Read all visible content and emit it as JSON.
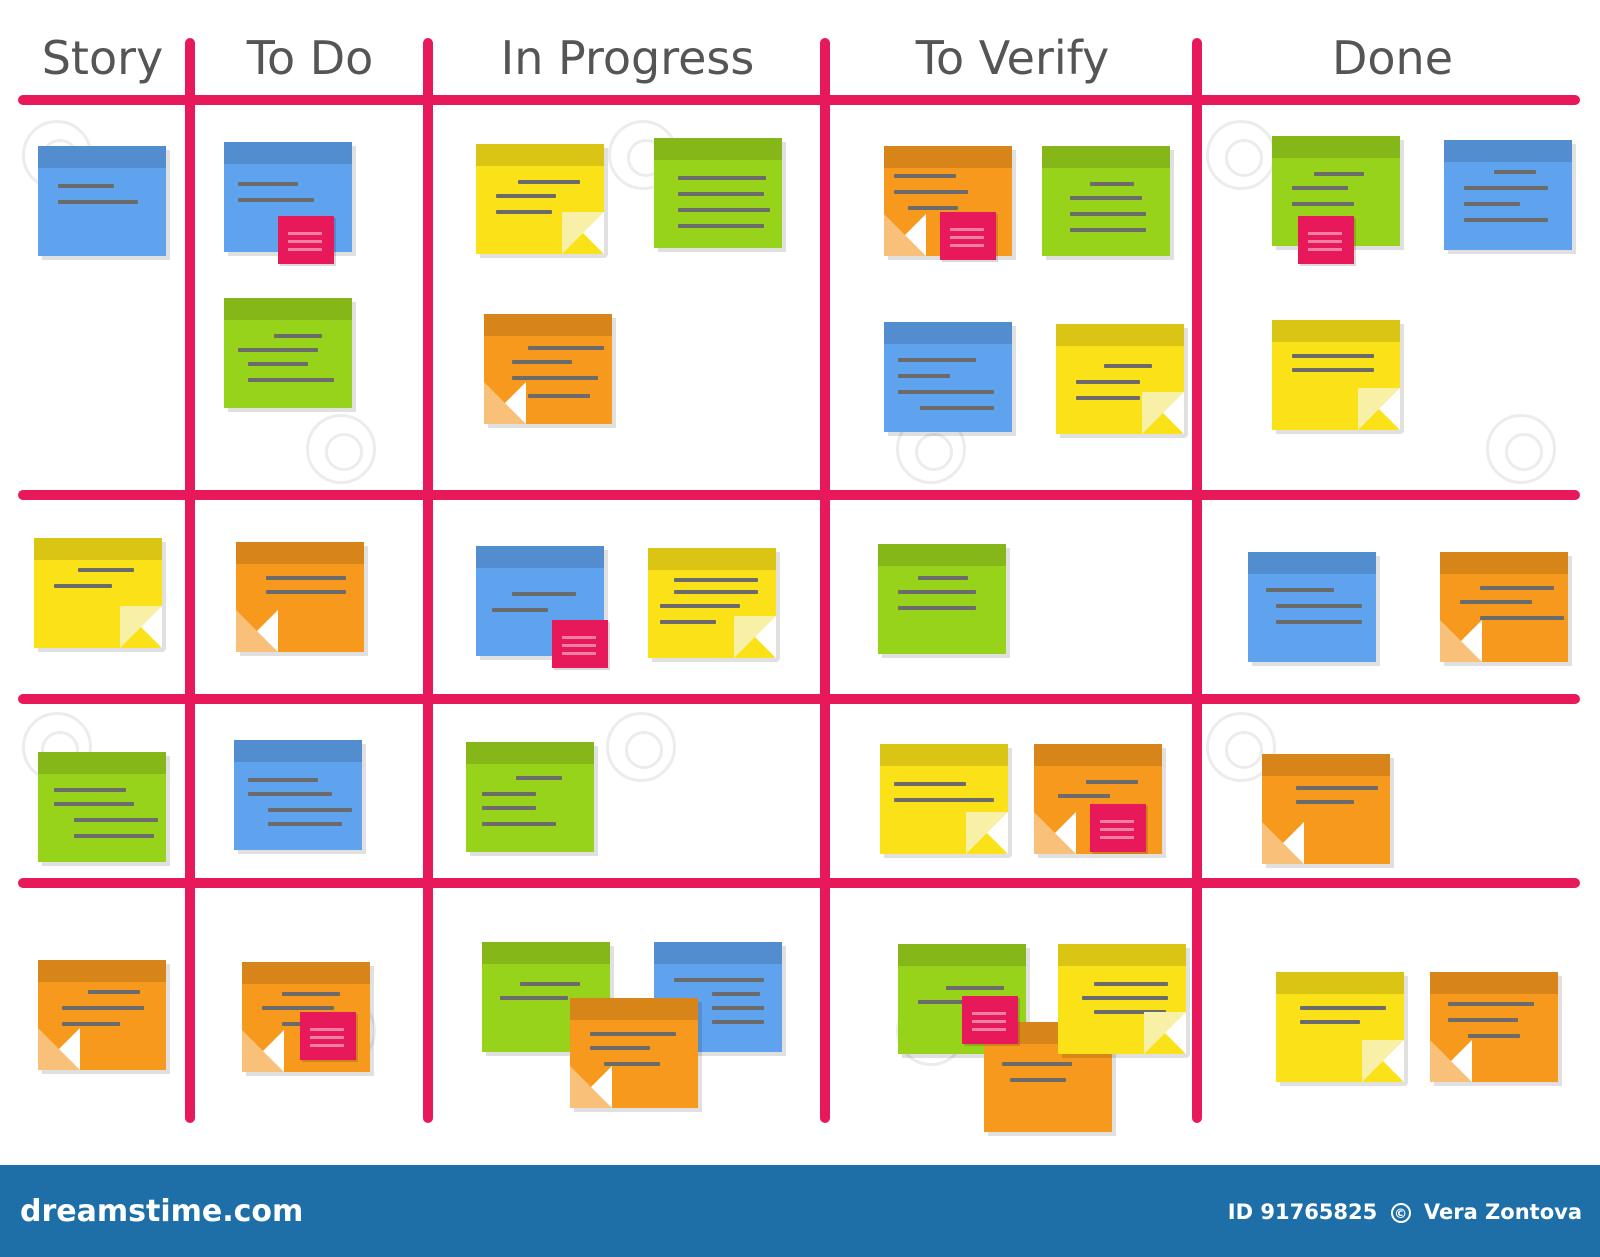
{
  "board": {
    "columns": [
      {
        "label": "Story"
      },
      {
        "label": "To Do"
      },
      {
        "label": "In Progress"
      },
      {
        "label": "To Verify"
      },
      {
        "label": "Done"
      }
    ],
    "colors": {
      "line": "#e8195a",
      "blue": "#5fa3ef",
      "green": "#98d31b",
      "yellow": "#fbe218",
      "orange": "#f7991d",
      "pink": "#e8195a",
      "header_text": "#555555"
    }
  },
  "footer": {
    "brand": "dreamstime.com",
    "id_label": "ID 91765825",
    "author": "Vera Zontova",
    "copyright_icon": "copyright-icon"
  }
}
